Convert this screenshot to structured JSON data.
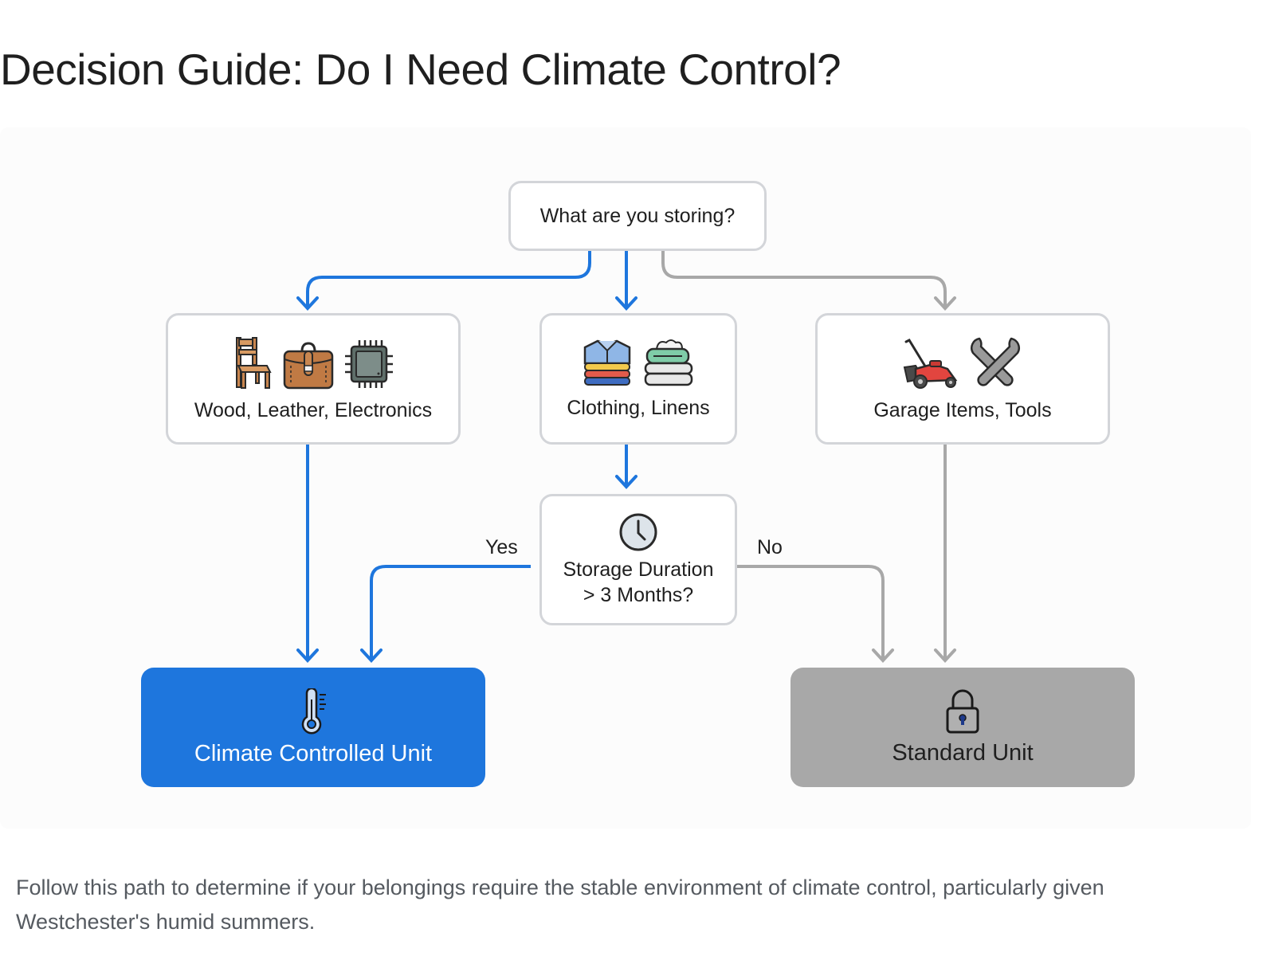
{
  "title": "Decision Guide: Do I Need Climate Control?",
  "colors": {
    "accent_blue": "#1e76dd",
    "neutral_gray": "#a8a8a8",
    "node_border": "#d3d5d9"
  },
  "diagram": {
    "start": {
      "label": "What are you storing?"
    },
    "categories": [
      {
        "label": "Wood, Leather, Electronics",
        "icons": [
          "chair-icon",
          "briefcase-icon",
          "microchip-icon"
        ],
        "path": "climate"
      },
      {
        "label": "Clothing, Linens",
        "icons": [
          "folded-clothes-icon",
          "folded-linens-icon"
        ],
        "path": "decision"
      },
      {
        "label": "Garage Items, Tools",
        "icons": [
          "lawn-mower-icon",
          "crossed-wrenches-icon"
        ],
        "path": "standard"
      }
    ],
    "decision": {
      "label_line1": "Storage Duration",
      "label_line2": "> 3 Months?",
      "icon": "clock-icon",
      "yes_label": "Yes",
      "no_label": "No"
    },
    "outcomes": {
      "climate": {
        "label": "Climate Controlled Unit",
        "icon": "thermometer-icon",
        "color": "#1e76dd"
      },
      "standard": {
        "label": "Standard Unit",
        "icon": "padlock-icon",
        "color": "#a8a8a8"
      }
    }
  },
  "caption": "Follow this path to determine if your belongings require the stable environment of climate control, particularly given Westchester's humid summers."
}
